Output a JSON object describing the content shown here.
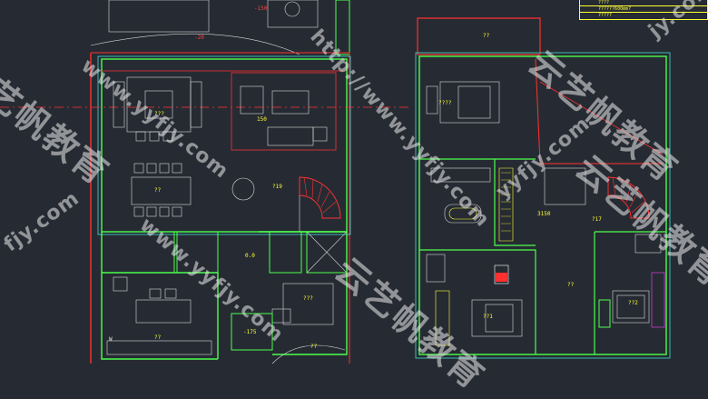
{
  "plan_labels": {
    "lvl_150": "-150",
    "lvl_20": "-20",
    "living": "???",
    "lounge_level": "150",
    "dining": "??",
    "stair_west": "?19",
    "lvl_00": "0.0",
    "bedroom_west": "???",
    "kitchen": "??",
    "lvl_175": "-175",
    "terrace": "??",
    "mark_ww": "W",
    "balcony_north": "??",
    "master_bed": "????",
    "stair_east": "?17",
    "lvl_3150": "3150",
    "bedroom_se": "??2",
    "bedroom_sw": "??1",
    "bath_note": "??"
  },
  "title_block": {
    "row1": "????",
    "row2": "??????600mm?",
    "row3": "?????"
  },
  "watermarks": {
    "cn_a": "艺帆教育",
    "cn_b": "云艺帆教育",
    "cn_c": "云艺帆教育",
    "cn_d": "云艺帆教育",
    "url_a": "www.yyfjy.com",
    "url_b": "http://www.yyfjy.com",
    "url_c": "www.yyfjy.com",
    "url_d": "yyfjy.com",
    "url_e": "jy.com",
    "url_f": "fjy.com"
  },
  "colors": {
    "background": "#262b33",
    "wall_green": "#4cff4c",
    "wall_cyan": "#3fe0d0",
    "wall_red": "#ff3030",
    "furniture_white": "#d8d8d8",
    "text_yellow": "#ffff33",
    "accent_magenta": "#ff40ff"
  }
}
